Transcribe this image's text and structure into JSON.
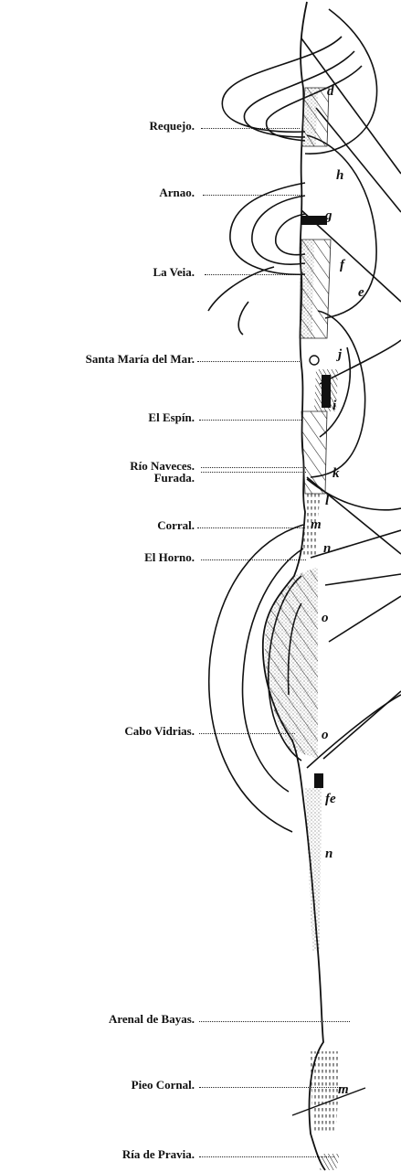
{
  "locations": [
    "Requejo.",
    "Arnao.",
    "La Veia.",
    "Santa María del Mar.",
    "El Espín.",
    "Río Naveces.",
    "Furada.",
    "Corral.",
    "El Horno.",
    "Cabo Vidrias.",
    "Arenal de Bayas.",
    "Pieo Cornal.",
    "Ría de Pravia."
  ],
  "bed_letters": [
    "d",
    "h",
    "g",
    "f",
    "e",
    "j",
    "i",
    "k",
    "l",
    "m",
    "n",
    "o",
    "o",
    "fe",
    "n",
    "m"
  ]
}
